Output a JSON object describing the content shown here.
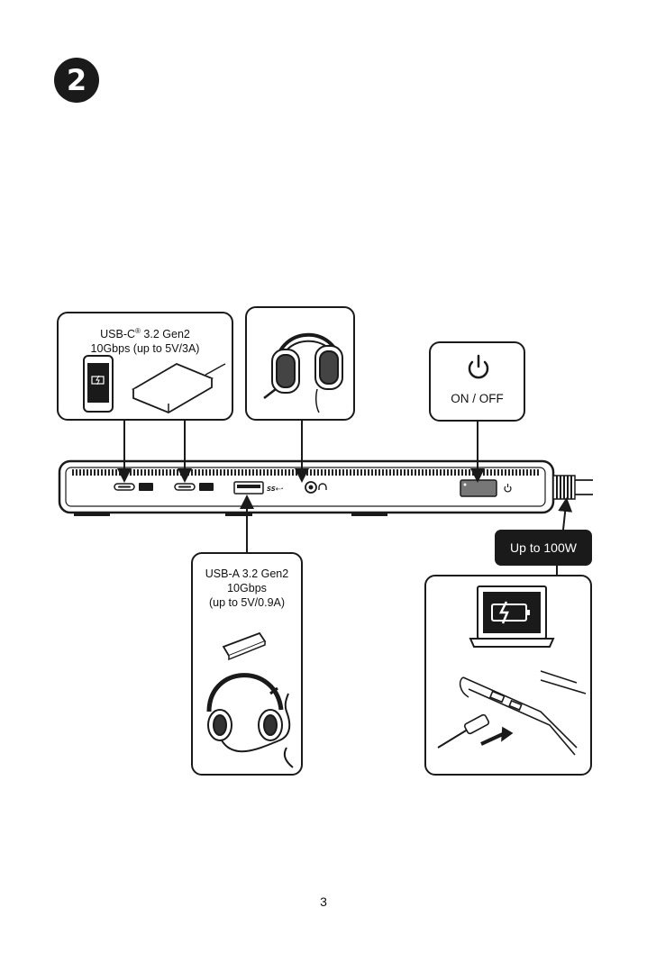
{
  "step_number": "2",
  "usbc_callout": {
    "line1": "USB-C",
    "reg": "®",
    "line1_rest": " 3.2 Gen2",
    "line2": "10Gbps (up to 5V/3A)"
  },
  "power_callout": {
    "label": "ON / OFF"
  },
  "usba_callout": {
    "line1": "USB-A 3.2 Gen2",
    "line2": "10Gbps",
    "line3": "(up to 5V/0.9A)"
  },
  "power_input": {
    "label": "Up to 100W"
  },
  "page_number": "3",
  "icons": [
    "battery-charging-icon",
    "power-icon",
    "headphone-icon",
    "usb-ss-icon"
  ]
}
